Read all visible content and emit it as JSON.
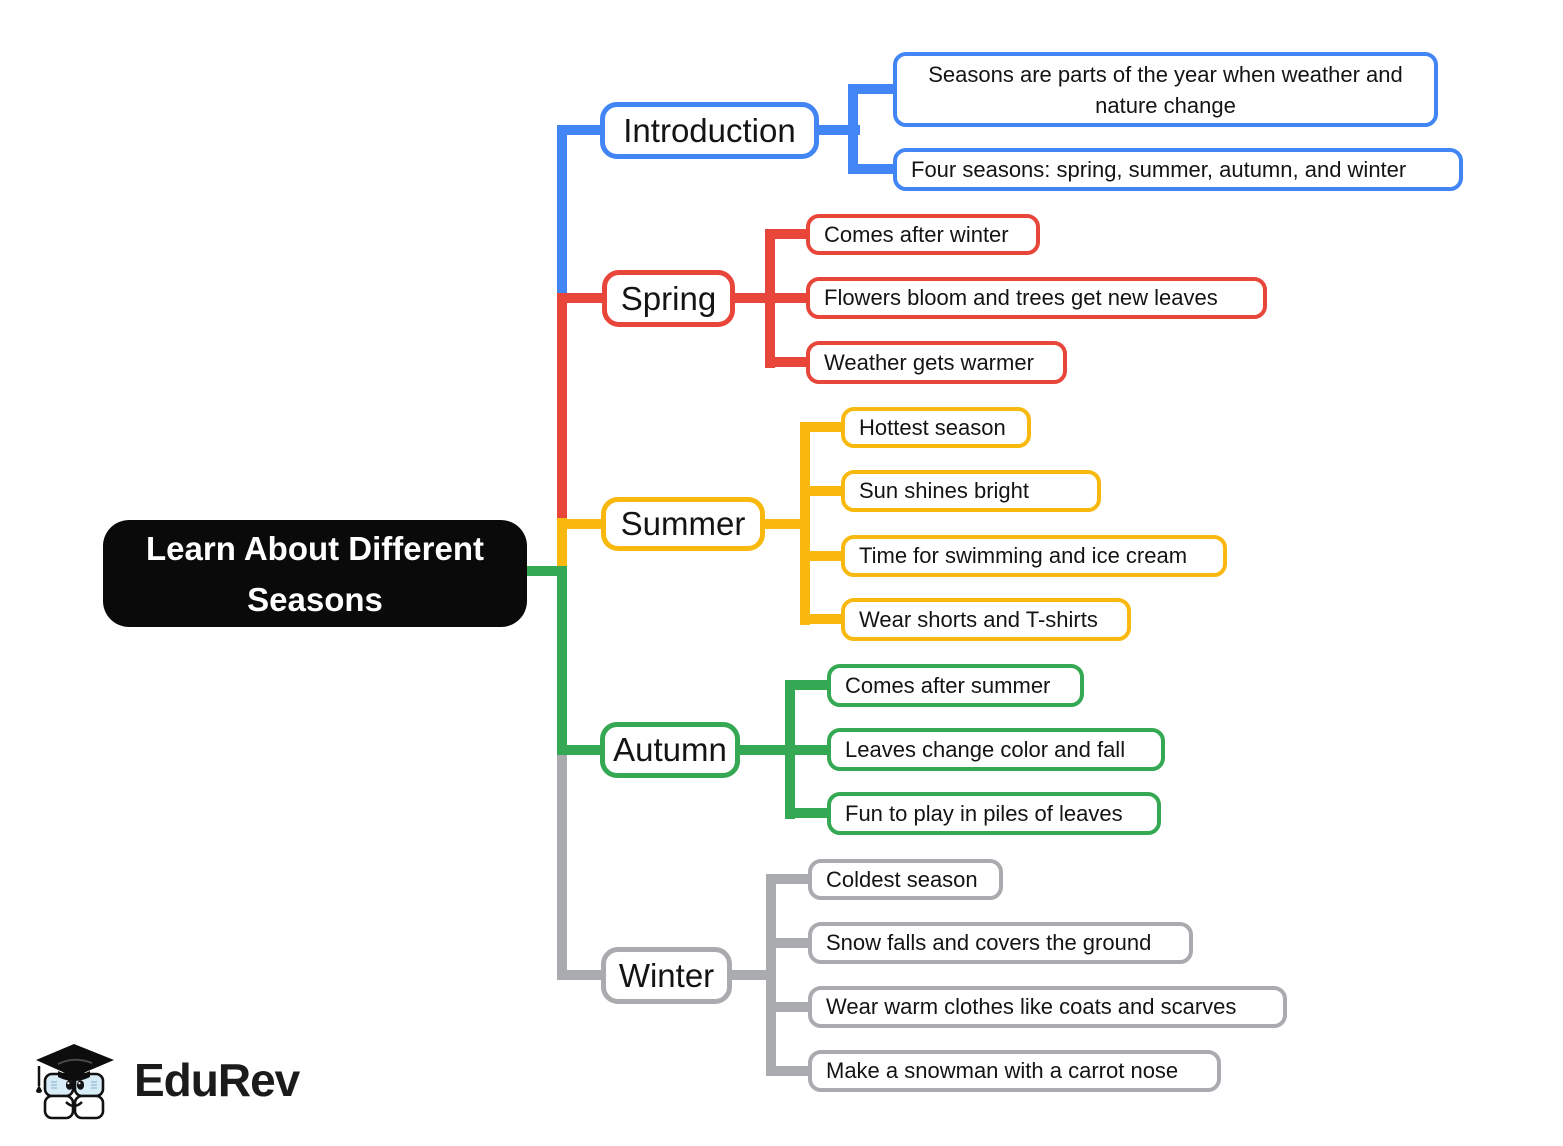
{
  "mindmap": {
    "root": "Learn About Different Seasons",
    "root_bg": "#0A0A0A",
    "root_text_color": "#FFFFFF",
    "branches": [
      {
        "label": "Introduction",
        "color": "#4285F4",
        "children": [
          "Seasons are parts of the year when weather and nature change",
          "Four seasons: spring, summer, autumn, and winter"
        ]
      },
      {
        "label": "Spring",
        "color": "#E8463A",
        "children": [
          "Comes after winter",
          "Flowers bloom and trees get new leaves",
          "Weather gets warmer"
        ]
      },
      {
        "label": "Summer",
        "color": "#F9B80E",
        "children": [
          "Hottest season",
          "Sun shines bright",
          "Time for swimming and ice cream",
          "Wear shorts and T-shirts"
        ]
      },
      {
        "label": "Autumn",
        "color": "#34A853",
        "children": [
          "Comes after summer",
          "Leaves change color and fall",
          "Fun to play in piles of leaves"
        ]
      },
      {
        "label": "Winter",
        "color": "#A9ABAE",
        "children": [
          "Coldest season",
          "Snow falls and covers the ground",
          "Wear warm clothes like coats and scarves",
          "Make a snowman with a carrot nose"
        ]
      }
    ]
  },
  "logo": {
    "text": "EduRev",
    "mascot_icon": "graduation-cap-books-mascot"
  },
  "colors": {
    "background": "#FFFFFF",
    "node_fill": "#FFFFFF",
    "node_text": "#141414"
  }
}
